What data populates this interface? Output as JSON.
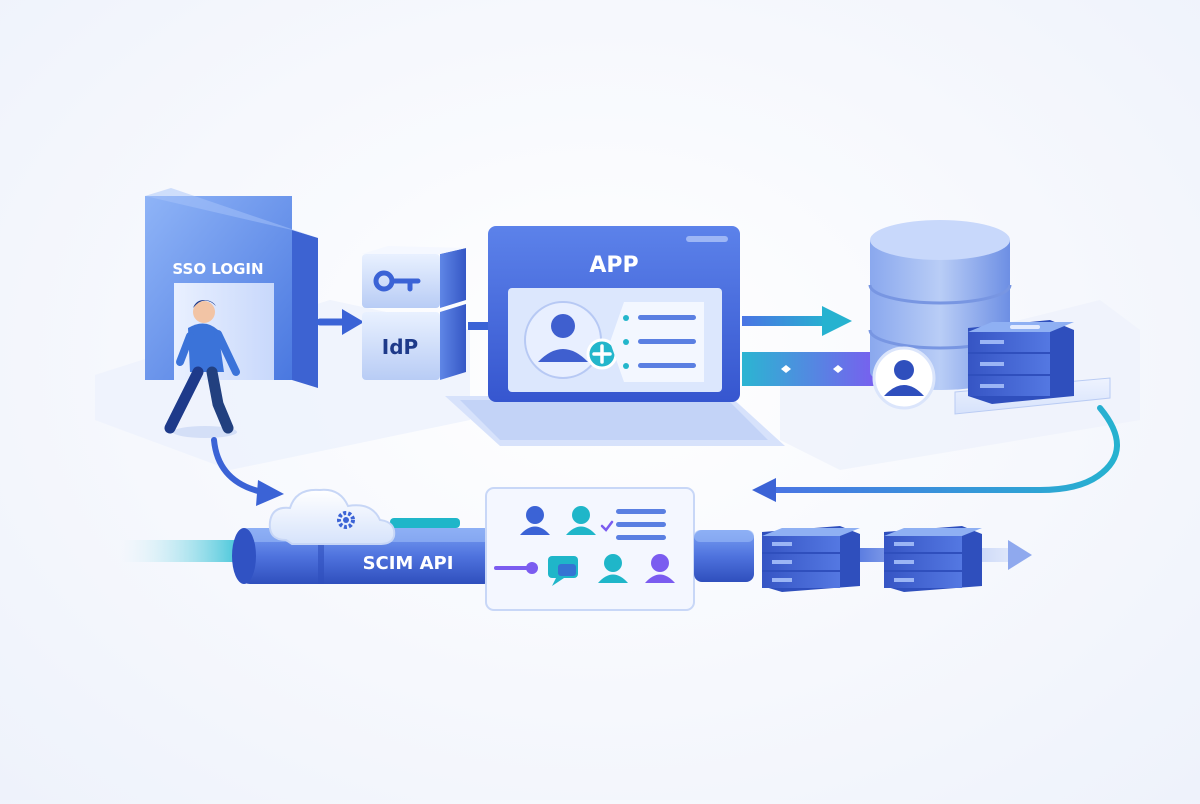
{
  "labels": {
    "sso_login": "SSO LOGIN",
    "idp": "IdP",
    "app": "APP",
    "scim_api": "SCIM API"
  },
  "icons": [
    "person-walking-icon",
    "key-icon",
    "user-avatar-icon",
    "add-user-icon",
    "database-icon",
    "server-rack-icon",
    "cloud-gear-icon",
    "user-group-icon",
    "chat-icon"
  ],
  "colors": {
    "primary_blue": "#3b63d6",
    "light_blue": "#6c9cf2",
    "teal": "#1fb6c9",
    "purple": "#7b5cf0",
    "dark_navy": "#1e3a8a"
  }
}
